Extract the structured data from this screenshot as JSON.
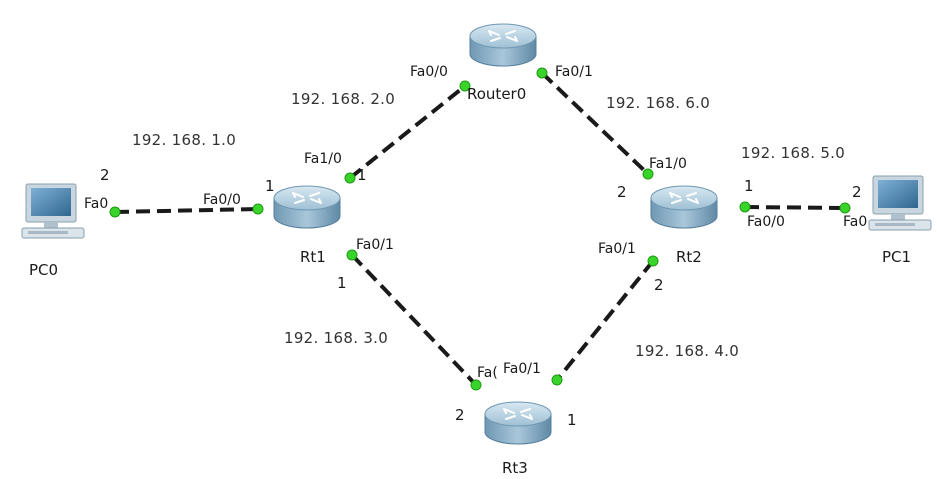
{
  "colors": {
    "link": "#1a1a1a",
    "port_up": "#39d42a",
    "router_body": "#7fa7c0",
    "router_top": "#b9d4e4",
    "pc_screen": "#4e7fa6"
  },
  "devices": {
    "router0": "Router0",
    "rt1": "Rt1",
    "rt2": "Rt2",
    "rt3": "Rt3",
    "pc0": "PC0",
    "pc1": "PC1"
  },
  "networks": {
    "n1": "192. 168. 1.0",
    "n2": "192. 168. 2.0",
    "n3": "192. 168. 3.0",
    "n4": "192. 168. 4.0",
    "n5": "192. 168. 5.0",
    "n6": "192. 168. 6.0"
  },
  "ports": {
    "router0_fa00": "Fa0/0",
    "router0_fa01": "Fa0/1",
    "rt1_fa10": "Fa1/0",
    "rt1_fa00": "Fa0/0",
    "rt1_fa01": "Fa0/1",
    "rt2_fa10": "Fa1/0",
    "rt2_fa01": "Fa0/1",
    "rt2_fa00": "Fa0/0",
    "rt3_fa0x": "Fa(",
    "rt3_fa01": "Fa0/1",
    "pc0_fa0": "Fa0",
    "pc1_fa0": "Fa0"
  },
  "numbers": {
    "pc0_side": "2",
    "rt1_left": "1",
    "rt1_top": "1",
    "rt1_bottom": "1",
    "rt2_top": "2",
    "rt2_right": "1",
    "rt2_bottom": "2",
    "pc1_side": "2",
    "rt3_left": "2",
    "rt3_right": "1"
  }
}
